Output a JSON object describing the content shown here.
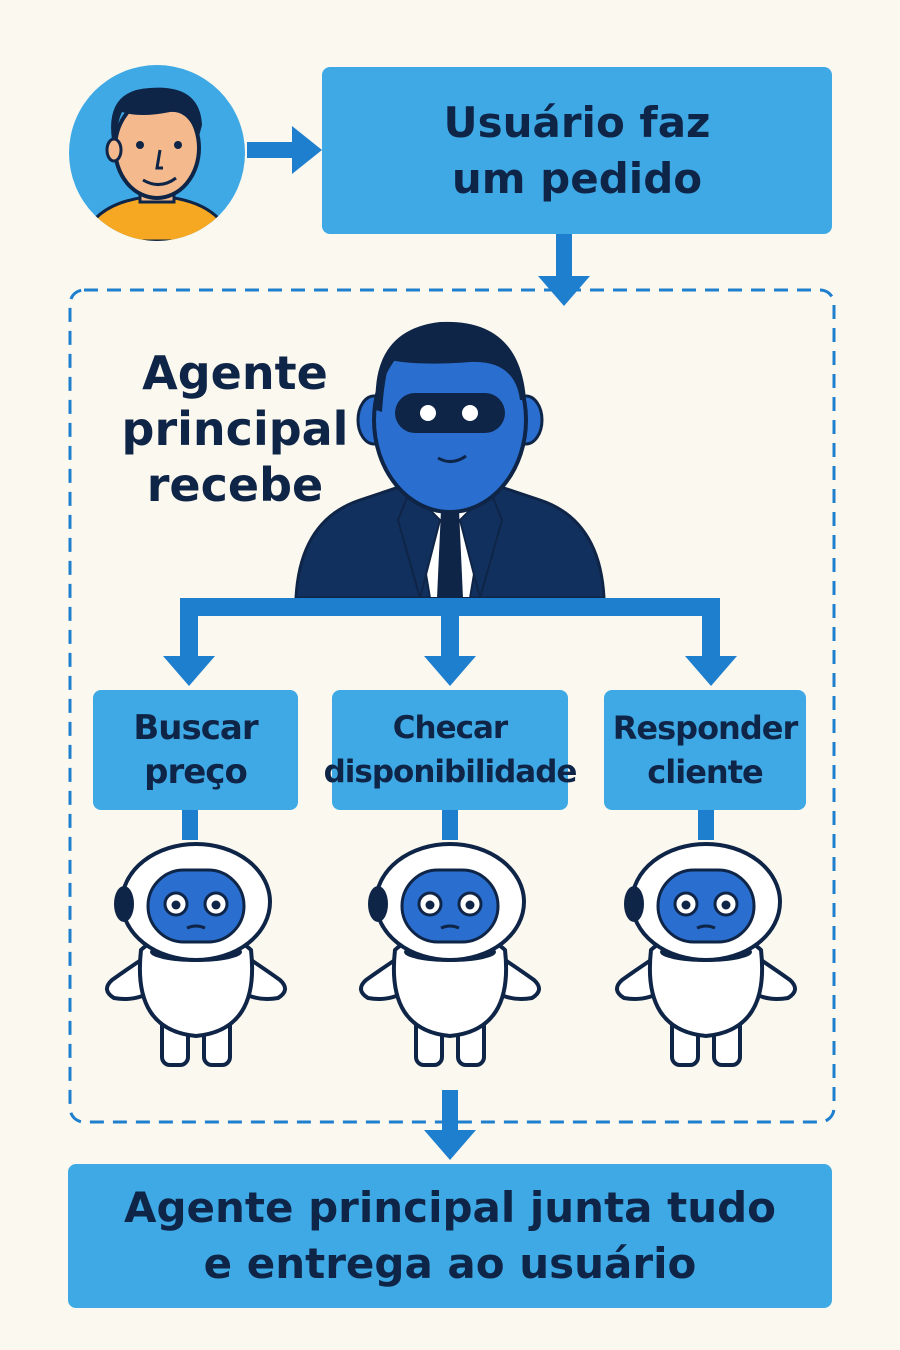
{
  "diagram": {
    "steps": {
      "request": [
        "Usuário faz",
        "um pedido"
      ],
      "main_agent": [
        "Agente",
        "principal",
        "recebe"
      ],
      "tasks": [
        [
          "Buscar",
          "preço"
        ],
        [
          "Checar",
          "disponibilidade"
        ],
        [
          "Responder",
          "cliente"
        ]
      ],
      "final": [
        "Agente principal junta tudo",
        "e entrega ao usuário"
      ]
    },
    "icons": {
      "user": "user-avatar-icon",
      "main_agent": "agent-businessman-icon",
      "sub_agents": [
        "robot-icon",
        "robot-icon",
        "robot-icon"
      ]
    },
    "colors": {
      "background": "#fbf8ef",
      "box": "#3fa9e6",
      "arrow": "#1f7fcf",
      "dark": "#0f2547",
      "agent_face": "#2a6fcf",
      "skin": "#f4b98c",
      "shirt": "#f7a823"
    }
  }
}
